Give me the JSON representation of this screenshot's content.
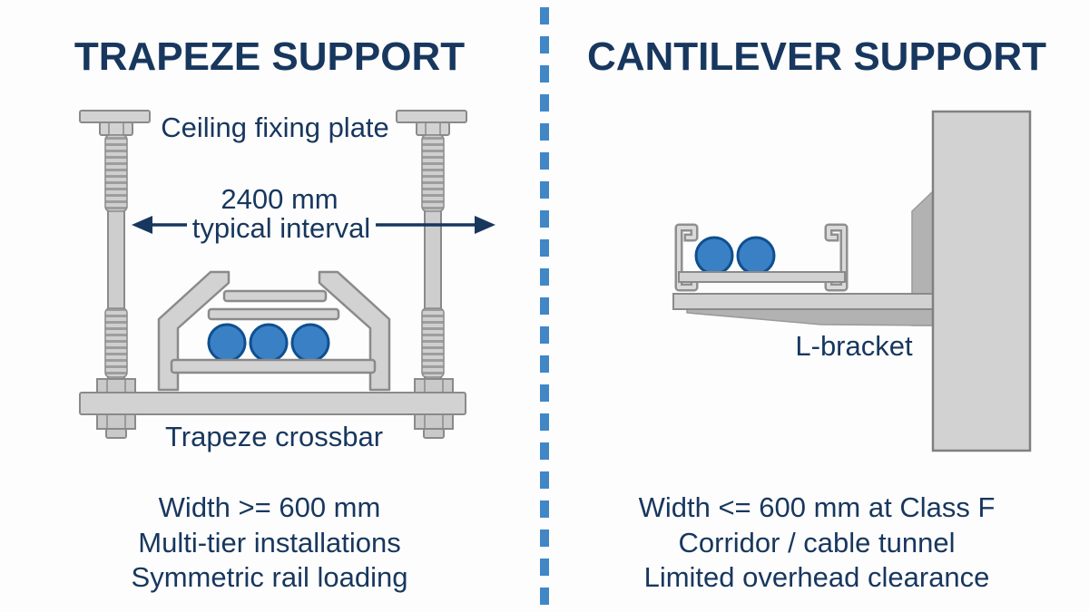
{
  "left": {
    "title": "TRAPEZE SUPPORT",
    "labels": {
      "ceiling_plate": "Ceiling fixing plate",
      "interval_value": "2400 mm",
      "interval_caption": "typical interval",
      "crossbar": "Trapeze crossbar"
    },
    "bullets": [
      "Width >= 600 mm",
      "Multi-tier installations",
      "Symmetric rail loading"
    ]
  },
  "right": {
    "title": "CANTILEVER SUPPORT",
    "labels": {
      "bracket": "L-bracket"
    },
    "bullets": [
      "Width <= 600 mm at Class F",
      "Corridor / cable tunnel",
      "Limited overhead clearance"
    ]
  },
  "colors": {
    "text_navy": "#17375e",
    "divider_blue": "#4187c6",
    "cable_fill": "#3a80c4",
    "cable_stroke": "#0f4f8f",
    "steel_light": "#d2d2d2",
    "steel_mid": "#b2b2b2",
    "steel_stroke": "#8a8a8a"
  }
}
